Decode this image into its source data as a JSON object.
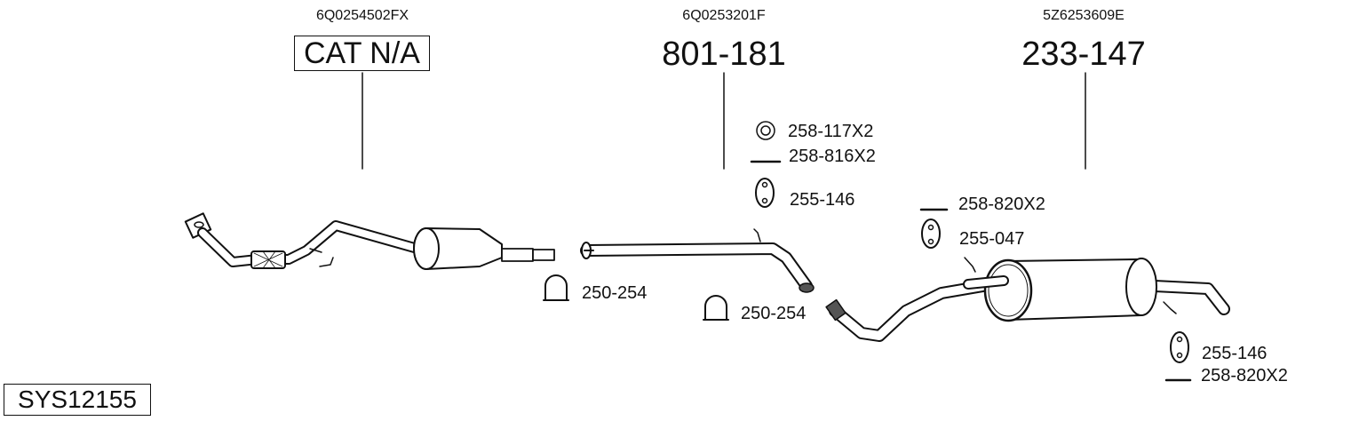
{
  "groups": [
    {
      "oe_number": "6Q0254502FX",
      "part_number": "CAT N/A"
    },
    {
      "oe_number": "6Q0253201F",
      "part_number": "801-181"
    },
    {
      "oe_number": "5Z6253609E",
      "part_number": "233-147"
    }
  ],
  "accessories": {
    "ring_1": "258-117X2",
    "bolt_1": "258-816X2",
    "hanger_1": "255-146",
    "bolt_2": "258-820X2",
    "hanger_2": "255-047",
    "clamp_1": "250-254",
    "clamp_2": "250-254",
    "hanger_3": "255-146",
    "bolt_3": "258-820X2"
  },
  "system_id": "SYS12155"
}
